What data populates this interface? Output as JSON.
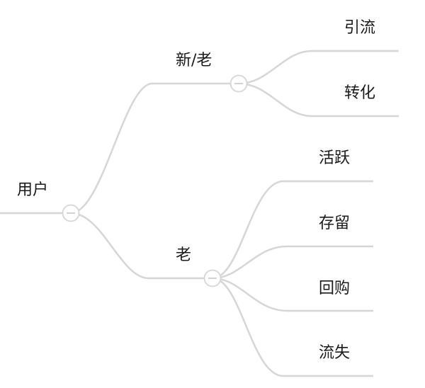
{
  "mindmap": {
    "root": {
      "label": "用户",
      "children": [
        {
          "label": "新/老",
          "children": [
            {
              "label": "引流"
            },
            {
              "label": "转化"
            }
          ]
        },
        {
          "label": "老",
          "children": [
            {
              "label": "活跃"
            },
            {
              "label": "存留"
            },
            {
              "label": "回购"
            },
            {
              "label": "流失"
            }
          ]
        }
      ]
    }
  }
}
